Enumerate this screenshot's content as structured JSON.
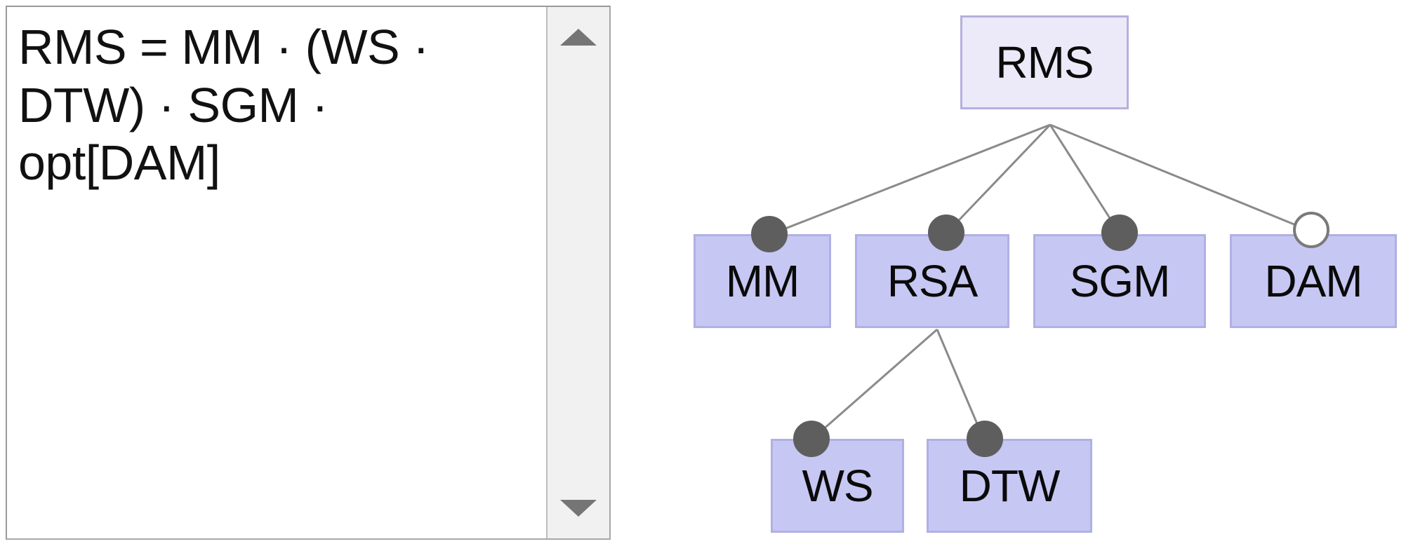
{
  "editor": {
    "name": "formula-editor",
    "formula_text": "RMS = MM · (WS · DTW) · SGM · opt[DAM]",
    "placeholder": "",
    "scrollbar": {
      "up_arrow_icon": "triangle-up-icon",
      "down_arrow_icon": "triangle-down-icon"
    }
  },
  "diagram": {
    "type": "feature-model-tree",
    "colors": {
      "root_fill": "#eceaf8",
      "root_border": "#b4b0de",
      "child_fill": "#c7c7f4",
      "child_border": "#b0b0e4",
      "mandatory_marker": "#5e5e5e",
      "optional_marker_fill": "#ffffff",
      "optional_marker_border": "#7a7a7a",
      "edge": "#8a8a8a"
    },
    "nodes": [
      {
        "id": "RMS",
        "label": "RMS",
        "level": 0,
        "parent": null,
        "marker": "none"
      },
      {
        "id": "MM",
        "label": "MM",
        "level": 1,
        "parent": "RMS",
        "marker": "mandatory"
      },
      {
        "id": "RSA",
        "label": "RSA",
        "level": 1,
        "parent": "RMS",
        "marker": "mandatory"
      },
      {
        "id": "SGM",
        "label": "SGM",
        "level": 1,
        "parent": "RMS",
        "marker": "mandatory"
      },
      {
        "id": "DAM",
        "label": "DAM",
        "level": 1,
        "parent": "RMS",
        "marker": "optional"
      },
      {
        "id": "WS",
        "label": "WS",
        "level": 2,
        "parent": "RSA",
        "marker": "mandatory"
      },
      {
        "id": "DTW",
        "label": "DTW",
        "level": 2,
        "parent": "RSA",
        "marker": "mandatory"
      }
    ],
    "edges": [
      {
        "from": "RMS",
        "to": "MM"
      },
      {
        "from": "RMS",
        "to": "RSA"
      },
      {
        "from": "RMS",
        "to": "SGM"
      },
      {
        "from": "RMS",
        "to": "DAM"
      },
      {
        "from": "RSA",
        "to": "WS"
      },
      {
        "from": "RSA",
        "to": "DTW"
      }
    ]
  }
}
